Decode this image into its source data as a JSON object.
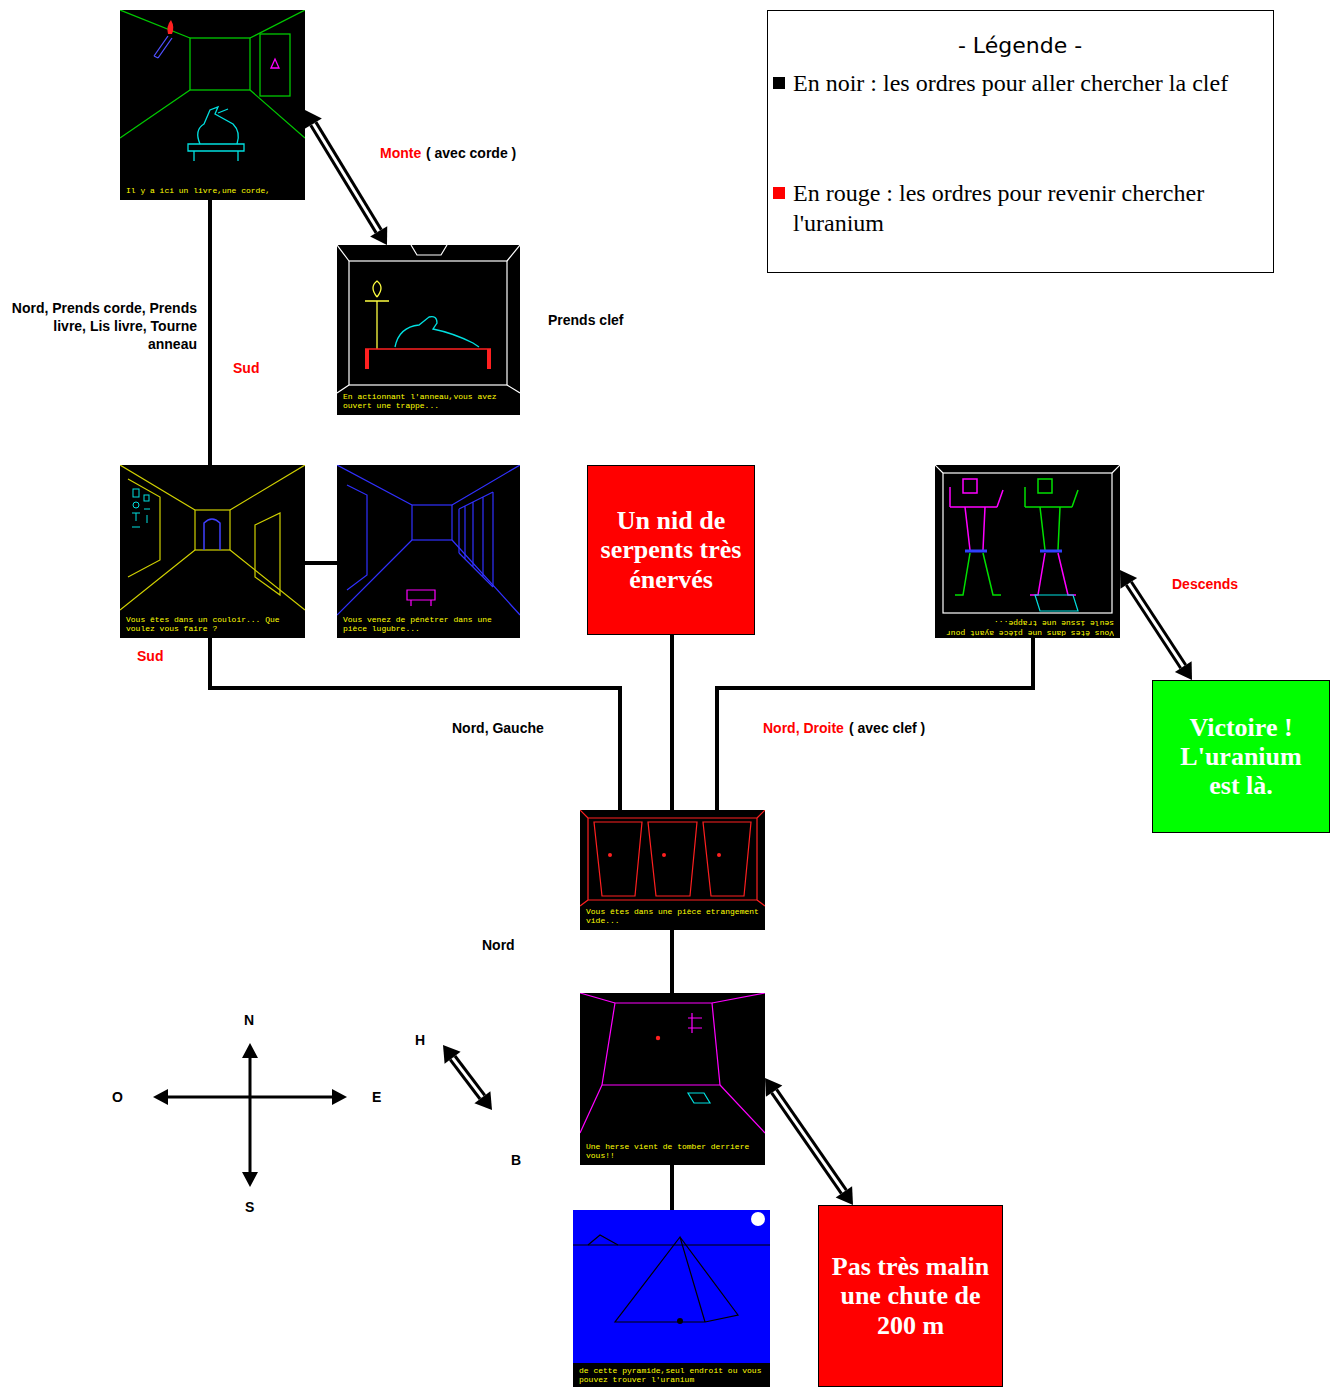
{
  "diagram": {
    "nodes": [
      {
        "text": [
          "Il y a ici un livre,une corde,"
        ]
      },
      {
        "text": [
          "En actionnant l'anneau,vous avez ouvert une trappe..."
        ]
      },
      {
        "text": [
          "Vous êtes dans un couloir... Que voulez vous faire ?"
        ]
      },
      {
        "text": [
          "Vous venez de pénétrer dans une pièce lugubre..."
        ]
      },
      {
        "text": [
          "Un nid de serpents très énervés"
        ]
      },
      {
        "text": [
          "Vous êtes dans une pièce ayant pour seule issue une trappe..."
        ]
      },
      {
        "text": [
          "Victoire ! L'uranium est là."
        ]
      },
      {
        "text": [
          "Vous êtes dans une pièce etrangement vide..."
        ]
      },
      {
        "text": [
          "Une herse vient de tomber derriere vous!!"
        ]
      },
      {
        "text": [
          "Pas très malin une chute de 200 m"
        ]
      },
      {
        "text": [
          "de cette pyramide,seul endroit ou vous pouvez trouver l'uranium"
        ]
      }
    ],
    "edges": [
      {
        "from": 0,
        "to": 2,
        "arrow": "none"
      },
      {
        "from": 0,
        "to": 1,
        "arrow": "both"
      },
      {
        "from": 2,
        "to": 3,
        "arrow": "none"
      },
      {
        "from": 2,
        "to": 7,
        "arrow": "none"
      },
      {
        "from": 4,
        "to": 7,
        "arrow": "none"
      },
      {
        "from": 5,
        "to": 7,
        "arrow": "none"
      },
      {
        "from": 5,
        "to": 6,
        "arrow": "both"
      },
      {
        "from": 7,
        "to": 8,
        "arrow": "none"
      },
      {
        "from": 8,
        "to": 9,
        "arrow": "both"
      },
      {
        "from": 8,
        "to": 10,
        "arrow": "none"
      }
    ],
    "labels": [
      "- Légende -",
      "Monte",
      "( avec corde )",
      "Nord, Prends corde, Prends livre, Lis livre, Tourne anneau",
      "Prends clef",
      "Sud",
      "Descends",
      "Sud",
      "Nord, Gauche",
      "Nord, Droite",
      "( avec clef )",
      "Nord",
      "N",
      "H",
      "O",
      "E",
      "B",
      "S"
    ],
    "legend": [
      {
        "text": "En noir : les ordres pour aller chercher la clef",
        "color": "#000000"
      },
      {
        "text": "En rouge : les ordres pour revenir chercher l'uranium",
        "color": "#ff0000"
      }
    ]
  }
}
